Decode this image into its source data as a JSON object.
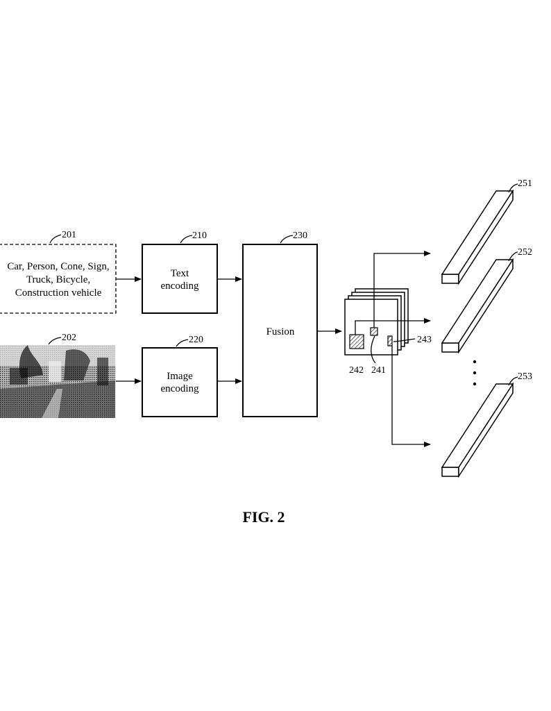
{
  "figure": {
    "caption": "FIG. 2"
  },
  "input_text": {
    "ref": "201",
    "lines": [
      "Car, Person, Cone, Sign,",
      "Truck, Bicycle,",
      "Construction vehicle"
    ]
  },
  "input_image": {
    "ref": "202"
  },
  "text_encoder": {
    "ref": "210",
    "lines": [
      "Text",
      "encoding"
    ]
  },
  "image_encoder": {
    "ref": "220",
    "lines": [
      "Image",
      "encoding"
    ]
  },
  "fusion": {
    "ref": "230",
    "label": "Fusion"
  },
  "feature_map": {
    "refs": {
      "a": "241",
      "b": "242",
      "c": "243"
    }
  },
  "outputs": {
    "refs": [
      "251",
      "252",
      "253"
    ],
    "ellipsis": "•\n•\n•"
  }
}
